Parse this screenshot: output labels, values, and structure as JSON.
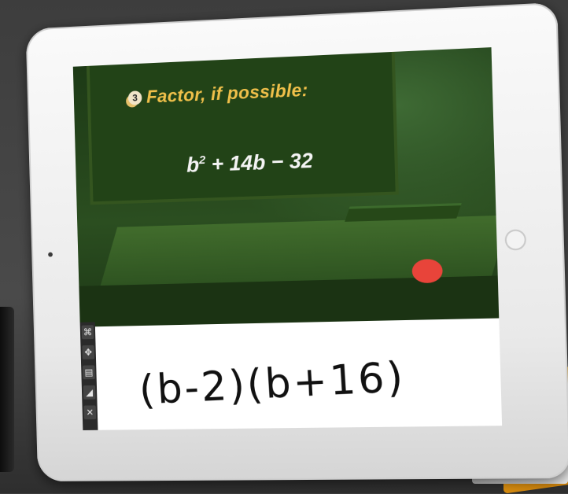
{
  "slide": {
    "step_number": "3",
    "title": "Factor, if possible:",
    "expression_base": "b",
    "expression_exp": "2",
    "expression_rest": " + 14b − 32"
  },
  "toolbar": {
    "tools": [
      {
        "name": "expand-icon",
        "glyph": "⌘"
      },
      {
        "name": "move-icon",
        "glyph": "✥"
      },
      {
        "name": "page-icon",
        "glyph": "▤"
      },
      {
        "name": "eraser-icon",
        "glyph": "◢"
      },
      {
        "name": "close-icon",
        "glyph": "✕"
      }
    ]
  },
  "whiteboard": {
    "answer": "(b-2)(b+16)"
  },
  "colors": {
    "title": "#f0c04a",
    "pointer": "#e8443a",
    "stand": "#f0a51f"
  }
}
